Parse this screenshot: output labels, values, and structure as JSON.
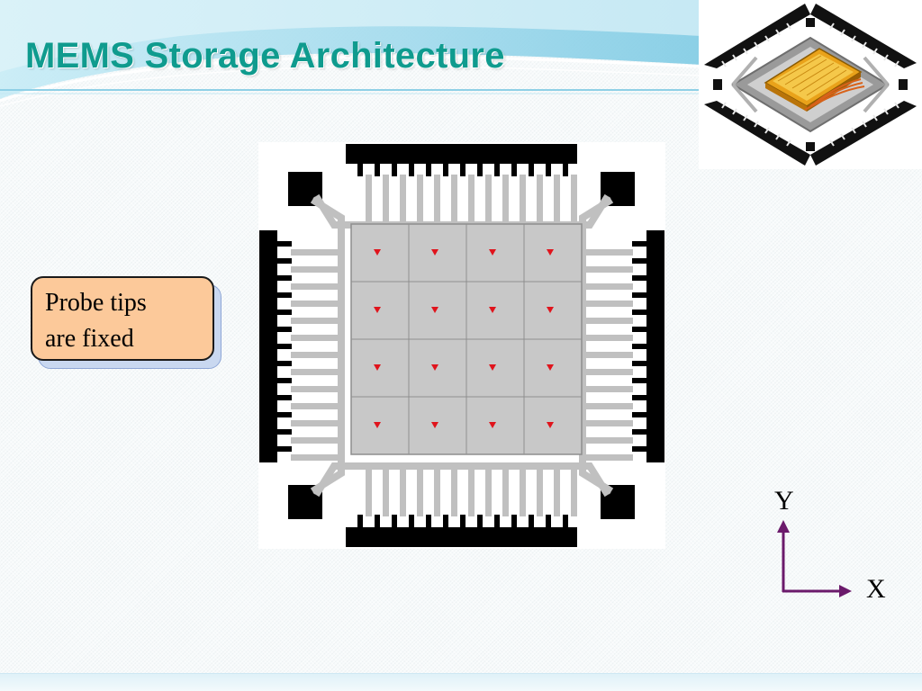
{
  "slide": {
    "title": "MEMS Storage Architecture"
  },
  "callout": {
    "lines": [
      "Probe tips",
      "are fixed"
    ],
    "fill_color": "#fcc99a"
  },
  "diagram": {
    "grid_rows": 4,
    "grid_cols": 4,
    "probe_tip_color": "#e0141c",
    "sled_color": "#c8c8c8",
    "spring_color": "#c0c0c0",
    "actuator_color": "#000000"
  },
  "axes": {
    "y_label": "Y",
    "x_label": "X",
    "arrow_color": "#6b1a6b"
  },
  "colors": {
    "title": "#0f9b8e",
    "header_wave": "#9fd9ec"
  }
}
